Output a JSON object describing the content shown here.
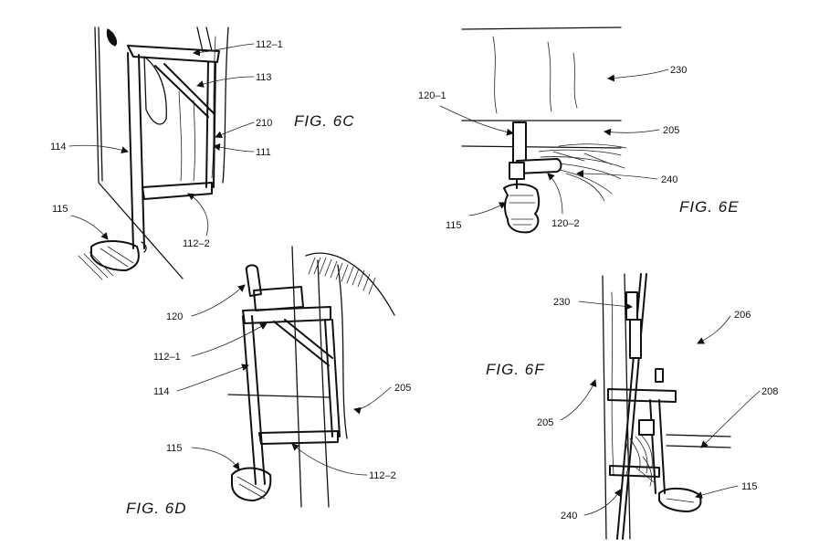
{
  "figures": {
    "fig_6c": {
      "title": "FIG. 6C",
      "labels": {
        "l_112_1": "112–1",
        "l_113": "113",
        "l_210": "210",
        "l_111": "111",
        "l_114": "114",
        "l_115": "115",
        "l_112_2": "112–2"
      }
    },
    "fig_6d": {
      "title": "FIG. 6D",
      "labels": {
        "l_120": "120",
        "l_112_1": "112–1",
        "l_114": "114",
        "l_205": "205",
        "l_115": "115",
        "l_112_2": "112–2"
      }
    },
    "fig_6e": {
      "title": "FIG. 6E",
      "labels": {
        "l_230": "230",
        "l_120_1": "120–1",
        "l_205": "205",
        "l_240": "240",
        "l_115": "115",
        "l_120_2": "120–2"
      }
    },
    "fig_6f": {
      "title": "FIG. 6F",
      "labels": {
        "l_230": "230",
        "l_206": "206",
        "l_208": "208",
        "l_205": "205",
        "l_115": "115",
        "l_240": "240"
      }
    }
  }
}
